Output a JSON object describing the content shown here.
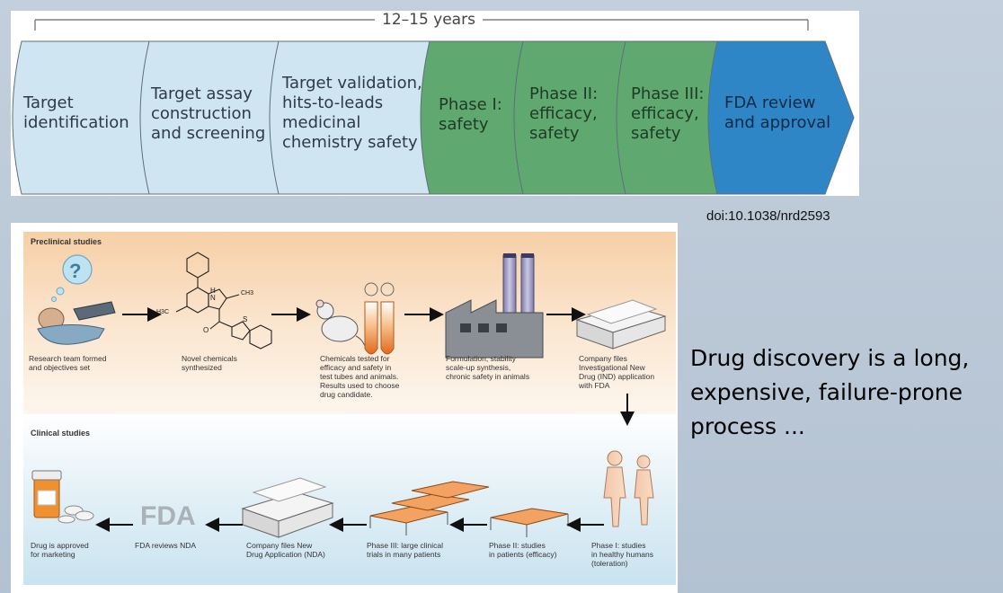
{
  "pipeline": {
    "duration_label": "12–15 years",
    "stages": [
      {
        "label": "Target\nidentification",
        "color": "#cfe5f1"
      },
      {
        "label": "Target assay\nconstruction\nand screening",
        "color": "#cfe5f1"
      },
      {
        "label": "Target validation,\nhits-to-leads\nmedicinal\nchemistry safety",
        "color": "#cfe5f1"
      },
      {
        "label": "Phase I:\nsafety",
        "color": "#5fa86f"
      },
      {
        "label": "Phase II:\nefficacy,\nsafety",
        "color": "#5fa86f"
      },
      {
        "label": "Phase III:\nefficacy,\nsafety",
        "color": "#5fa86f"
      },
      {
        "label": "FDA review\nand approval",
        "color": "#2f86c6"
      }
    ]
  },
  "doi": "doi:10.1038/nrd2593",
  "figure": {
    "preclinical_title": "Preclinical studies",
    "clinical_title": "Clinical studies",
    "preclinical_steps": [
      "Research team formed\nand objectives set",
      "Novel chemicals\nsynthesized",
      "Chemicals tested for\nefficacy and safety in\ntest tubes and animals.\nResults used to choose\ndrug candidate.",
      "Formulation, stability\nscale-up synthesis,\nchronic safety in animals",
      "Company files\nInvestigational New\nDrug (IND) application\nwith FDA"
    ],
    "clinical_steps": [
      "Drug is approved\nfor marketing",
      "FDA reviews NDA",
      "Company files New\nDrug Application (NDA)",
      "Phase III: large clinical\ntrials in many patients",
      "Phase II: studies\nin patients (efficacy)",
      "Phase I: studies\nin healthy humans\n(toleration)"
    ],
    "fda_logo_text": "FDA",
    "chem_labels": {
      "nh": "H\nN",
      "ch3_right": "CH3",
      "ch3_left": "H3C",
      "s": "S",
      "o": "O"
    },
    "thought_glyph": "?"
  },
  "tagline": "Drug discovery is a long,\nexpensive, failure-prone\nprocess ..."
}
